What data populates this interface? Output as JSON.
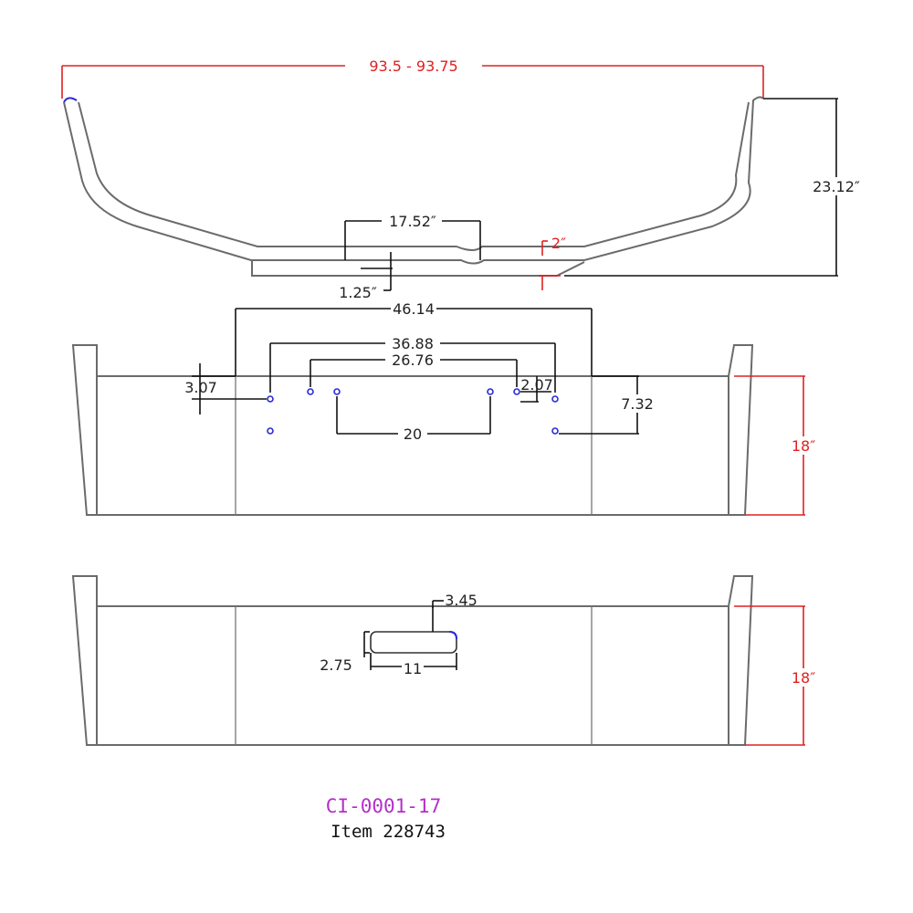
{
  "drawing": {
    "overall_width": "93.5  -  93.75",
    "top_view": {
      "height_dim": "23.12″",
      "center_recess_width": "17.52″",
      "center_recess_depth": "1.25″",
      "flat_offset": "2″"
    },
    "front_view": {
      "span_outer": "46.14",
      "span_holes_outer": "36.88",
      "span_holes_inner": "26.76",
      "span_center": "20",
      "left_hole_drop": "3.07",
      "right_hole_offset": "2.07",
      "hole_vertical_spacing": "7.32",
      "face_height": "18″"
    },
    "rear_view": {
      "slot_offset": "3.45",
      "slot_height": "2.75",
      "slot_width": "11",
      "face_height": "18″"
    },
    "part_number": "CI-0001-17",
    "item_number": "Item 228743"
  },
  "colors": {
    "outline": "#6b6b6b",
    "dimension": "#111111",
    "red_dimension": "#e02020",
    "hole": "#2a2ad8",
    "part_number": "#b42fc8"
  }
}
